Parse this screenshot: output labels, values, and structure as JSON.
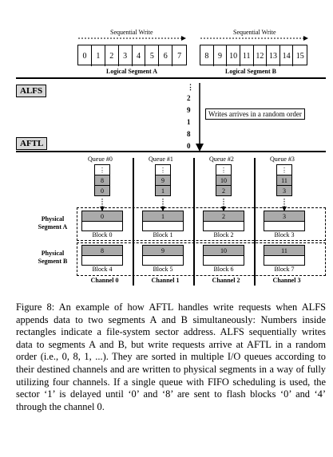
{
  "top": {
    "seq_write_a": "Sequential Write",
    "seq_write_b": "Sequential Write",
    "segment_a_cells": [
      "0",
      "1",
      "2",
      "3",
      "4",
      "5",
      "6",
      "7"
    ],
    "segment_b_cells": [
      "8",
      "9",
      "10",
      "11",
      "12",
      "13",
      "14",
      "15"
    ],
    "segment_a_label": "Logical Segment A",
    "segment_b_label": "Logical Segment B"
  },
  "alfs_label": "ALFS",
  "aftl_label": "AFTL",
  "random_order": {
    "dots": "⋮",
    "items": [
      "2",
      "9",
      "1",
      "8",
      "0"
    ],
    "note": "Writes arrives in a random order"
  },
  "queues": [
    {
      "label": "Queue #0",
      "cells": [
        "⋮",
        "8",
        "0"
      ]
    },
    {
      "label": "Queue #1",
      "cells": [
        "⋮",
        "9",
        "1"
      ]
    },
    {
      "label": "Queue #2",
      "cells": [
        "⋮",
        "10",
        "2"
      ]
    },
    {
      "label": "Queue #3",
      "cells": [
        "⋮",
        "11",
        "3"
      ]
    }
  ],
  "physical": {
    "seg_a_label_1": "Physical",
    "seg_a_label_2": "Segment A",
    "seg_b_label_1": "Physical",
    "seg_b_label_2": "Segment B",
    "row_a": [
      {
        "value": "0",
        "block": "Block 0"
      },
      {
        "value": "1",
        "block": "Block 1"
      },
      {
        "value": "2",
        "block": "Block 2"
      },
      {
        "value": "3",
        "block": "Block 3"
      }
    ],
    "row_b": [
      {
        "value": "8",
        "block": "Block 4"
      },
      {
        "value": "9",
        "block": "Block 5"
      },
      {
        "value": "10",
        "block": "Block 6"
      },
      {
        "value": "11",
        "block": "Block 7"
      }
    ],
    "channels": [
      "Channel 0",
      "Channel 1",
      "Channel 2",
      "Channel 3"
    ]
  },
  "caption": "Figure 8: An example of how AFTL handles write requests when ALFS appends data to two segments A and B simultaneously: Numbers inside rectangles indicate a file-system sector address. ALFS sequentially writes data to segments A and B, but write requests arrive at AFTL in a random order (i.e., 0, 8, 1, ...). They are sorted in multiple I/O queues according to their destined channels and are written to physical segments in a way of fully utilizing four channels. If a single queue with FIFO scheduling is used, the sector ‘1’ is delayed until ‘0’ and ‘8’ are sent to flash blocks ‘0’ and ‘4’ through the channel 0."
}
